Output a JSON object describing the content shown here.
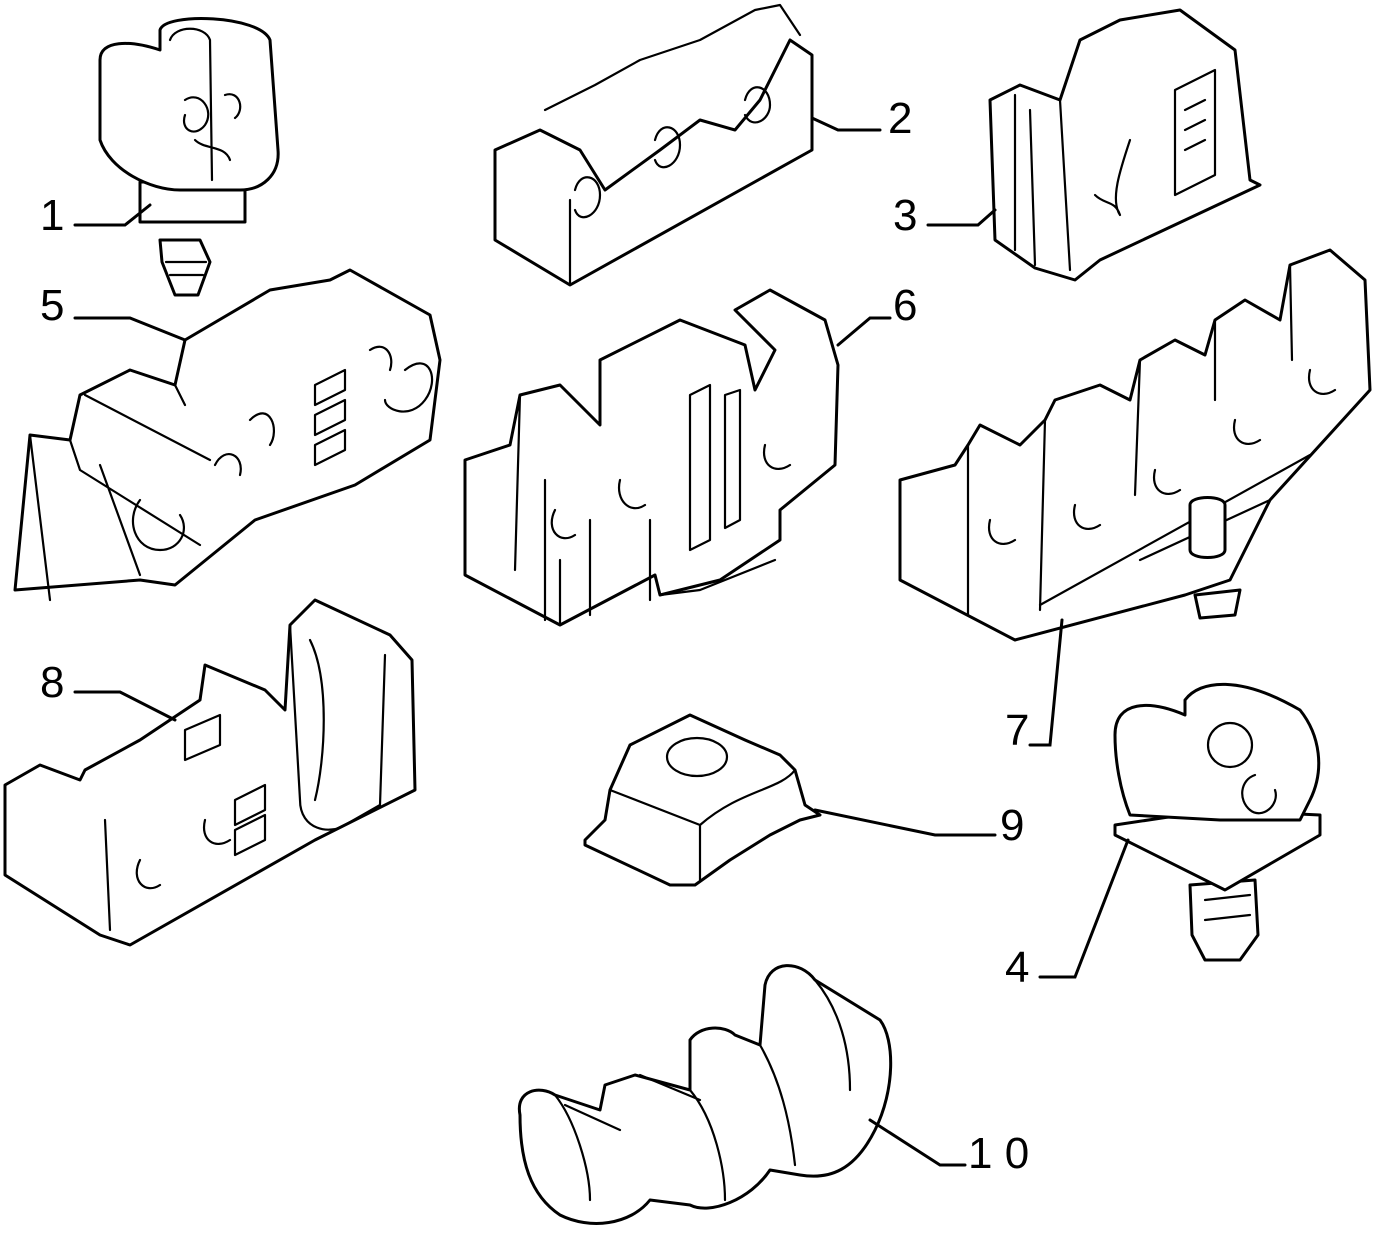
{
  "diagram": {
    "callouts": {
      "c1": "1",
      "c2": "2",
      "c3": "3",
      "c4": "4",
      "c5": "5",
      "c6": "6",
      "c7": "7",
      "c8": "8",
      "c9": "9",
      "c10": "1 0"
    },
    "colors": {
      "line": "#000000",
      "background": "#ffffff"
    }
  }
}
